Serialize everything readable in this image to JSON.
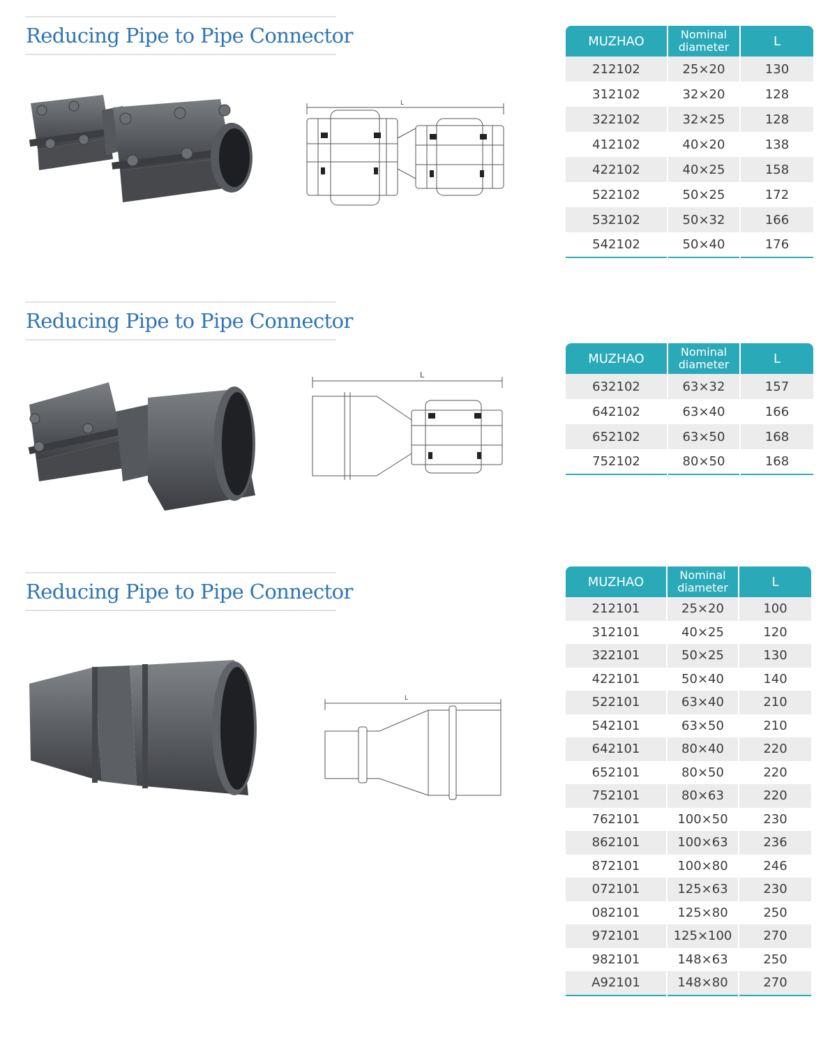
{
  "sections": [
    {
      "title": "Reducing Pipe to Pipe Connector",
      "drawing_label": "L",
      "table": {
        "headers": [
          "MUZHAO",
          "Nominal diameter",
          "L"
        ],
        "rows": [
          [
            "212102",
            "25×20",
            "130"
          ],
          [
            "312102",
            "32×20",
            "128"
          ],
          [
            "322102",
            "32×25",
            "128"
          ],
          [
            "412102",
            "40×20",
            "138"
          ],
          [
            "422102",
            "40×25",
            "158"
          ],
          [
            "522102",
            "50×25",
            "172"
          ],
          [
            "532102",
            "50×32",
            "166"
          ],
          [
            "542102",
            "50×40",
            "176"
          ]
        ]
      }
    },
    {
      "title": "Reducing Pipe to Pipe Connector",
      "drawing_label": "L",
      "table": {
        "headers": [
          "MUZHAO",
          "Nominal diameter",
          "L"
        ],
        "rows": [
          [
            "632102",
            "63×32",
            "157"
          ],
          [
            "642102",
            "63×40",
            "166"
          ],
          [
            "652102",
            "63×50",
            "168"
          ],
          [
            "752102",
            "80×50",
            "168"
          ]
        ]
      }
    },
    {
      "title": "Reducing Pipe to Pipe Connector",
      "drawing_label": "L",
      "table": {
        "headers": [
          "MUZHAO",
          "Nominal diameter",
          "L"
        ],
        "rows": [
          [
            "212101",
            "25×20",
            "100"
          ],
          [
            "312101",
            "40×25",
            "120"
          ],
          [
            "322101",
            "50×25",
            "130"
          ],
          [
            "422101",
            "50×40",
            "140"
          ],
          [
            "522101",
            "63×40",
            "210"
          ],
          [
            "542101",
            "63×50",
            "210"
          ],
          [
            "642101",
            "80×40",
            "220"
          ],
          [
            "652101",
            "80×50",
            "220"
          ],
          [
            "752101",
            "80×63",
            "220"
          ],
          [
            "762101",
            "100×50",
            "230"
          ],
          [
            "862101",
            "100×63",
            "236"
          ],
          [
            "872101",
            "100×80",
            "246"
          ],
          [
            "072101",
            "125×63",
            "230"
          ],
          [
            "082101",
            "125×80",
            "250"
          ],
          [
            "972101",
            "125×100",
            "270"
          ],
          [
            "982101",
            "148×63",
            "250"
          ],
          [
            "A92101",
            "148×80",
            "270"
          ]
        ]
      }
    }
  ],
  "colors": {
    "title": "#2e74b5",
    "table_header": "#2aa9b8",
    "row_stripe": "#ececec",
    "product_gray": "#5a5d62"
  }
}
